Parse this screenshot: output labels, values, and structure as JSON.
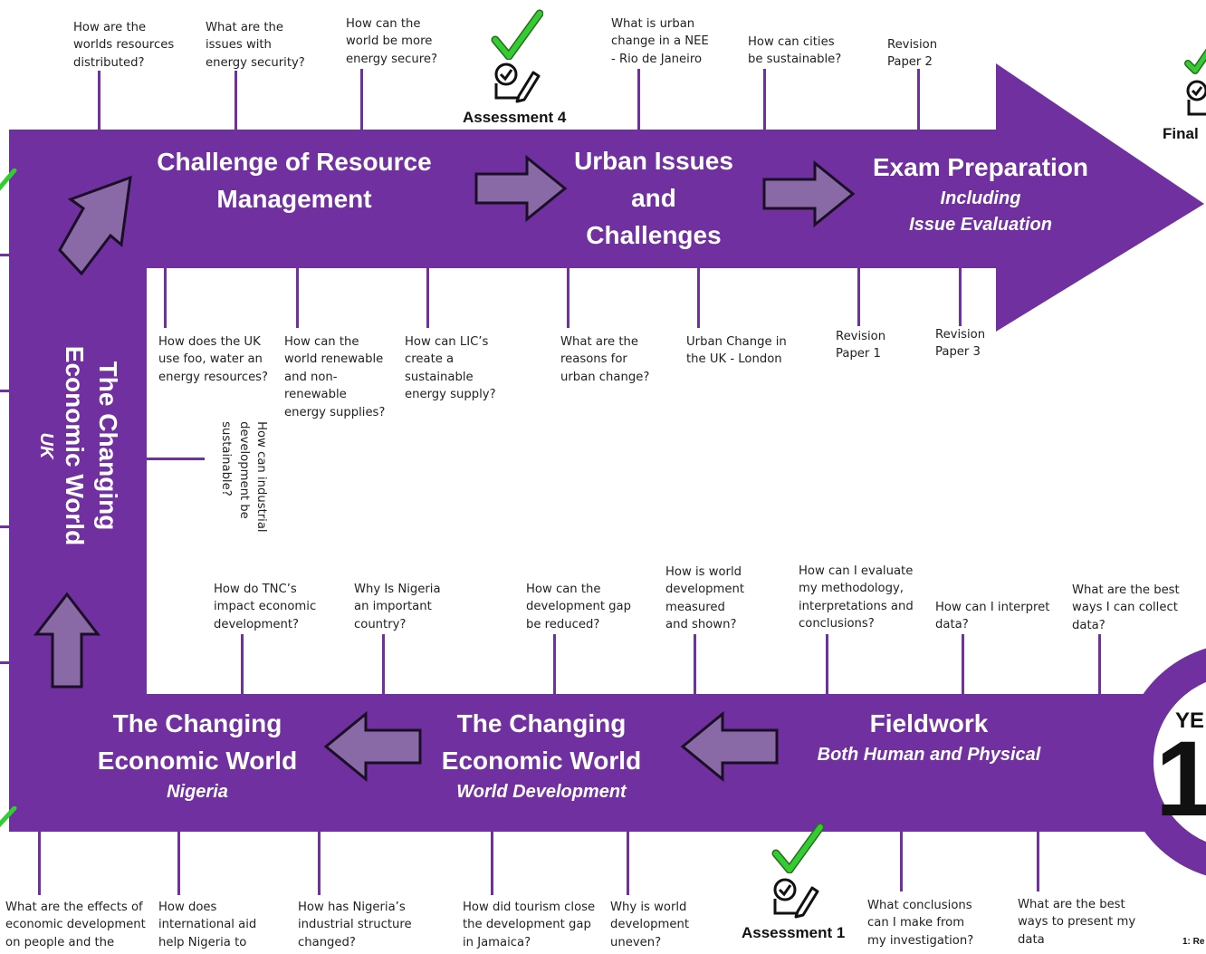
{
  "colors": {
    "band": "#7030a0",
    "arrow_fill": "#8a6aa6",
    "check": "#33cc33"
  },
  "sections": {
    "resource": {
      "title": "Challenge of Resource\nManagement"
    },
    "urban": {
      "title": "Urban Issues\nand\nChallenges"
    },
    "exam": {
      "title": "Exam Preparation",
      "subtitle": "Including\nIssue Evaluation"
    },
    "uk": {
      "title": "The Changing\nEconomic World",
      "subtitle": "UK"
    },
    "nigeria": {
      "title": "The Changing\nEconomic World",
      "subtitle": "Nigeria"
    },
    "world_dev": {
      "title": "The Changing\nEconomic World",
      "subtitle": "World Development"
    },
    "fieldwork": {
      "title": "Fieldwork",
      "subtitle": "Both Human and Physical"
    }
  },
  "assessments": {
    "a4": "Assessment 4",
    "a1": "Assessment 1",
    "final": "Final"
  },
  "year_badge": {
    "text": "YE",
    "number": "1"
  },
  "footnote": "1: Re",
  "questions": {
    "top": {
      "resources_distributed": "How are the\nworlds resources\ndistributed?",
      "energy_security_issues": "What are the\nissues with\nenergy security?",
      "energy_secure": "How can the\nworld be more\nenergy secure?",
      "urban_change_nee": "What is urban\nchange in a NEE\n -  Rio de Janeiro",
      "sustainable_cities": "How can cities\nbe sustainable?",
      "revision_paper_2": "Revision\nPaper 2"
    },
    "upper_below": {
      "uk_resources": "How does the UK\nuse foo, water an\nenergy resources?",
      "energy_supplies": "How can the\nworld renewable\nand non-\nrenewable\nenergy supplies?",
      "lic_energy": "How can LIC’s\ncreate a\nsustainable\nenergy supply?",
      "urban_change_reasons": "What are the\nreasons for\nurban change?",
      "urban_change_uk": "Urban Change in\nthe UK - London",
      "revision_paper_1": "Revision\nPaper 1",
      "revision_paper_3": "Revision\nPaper 3"
    },
    "side": {
      "industrial_sustainable": "How can industrial\ndevelopment be\nsustainable?"
    },
    "lower_above": {
      "tnc_impact": "How do TNC’s\nimpact economic\ndevelopment?",
      "nigeria_important": "Why Is Nigeria\nan important\ncountry?",
      "dev_gap_reduced": "How can the\ndevelopment gap\nbe reduced?",
      "world_dev_measured": "How is world\ndevelopment\nmeasured\nand shown?",
      "evaluate_methodology": "How can I evaluate\nmy methodology,\ninterpretations and\nconclusions?",
      "interpret_data": "How can I interpret\ndata?",
      "collect_data": "What are the best\nways I can collect\ndata?"
    },
    "bottom": {
      "effects_development": "What are the effects of\neconomic development\non people and the",
      "international_aid": "How does\ninternational aid\nhelp Nigeria to",
      "industrial_structure": "How has Nigeria’s\nindustrial structure\nchanged?",
      "tourism_gap": "How did tourism close\nthe development gap\nin Jamaica?",
      "world_dev_uneven": "Why is world\ndevelopment\nuneven?",
      "conclusions": "What conclusions\ncan I make from\nmy investigation?",
      "present_data": "What are the best\nways to present my\ndata"
    }
  }
}
